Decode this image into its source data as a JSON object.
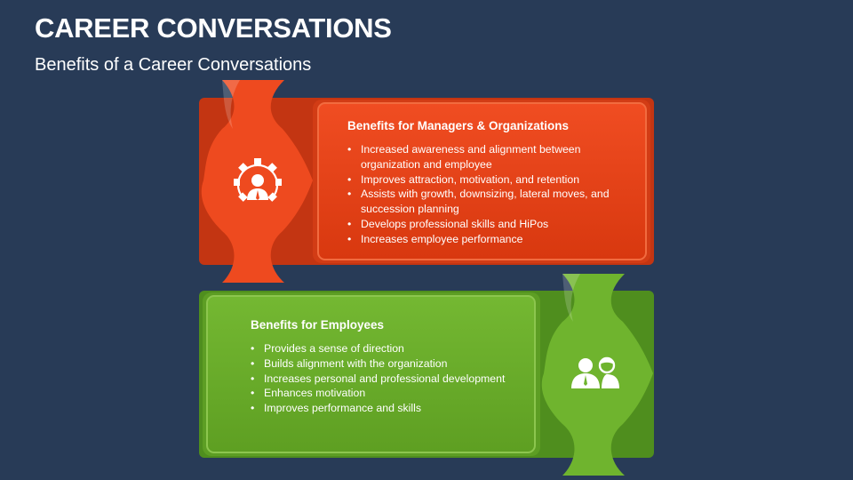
{
  "page": {
    "title": "CAREER CONVERSATIONS",
    "subtitle": "Benefits of a Career Conversations"
  },
  "colors": {
    "background": "#283b57",
    "red_primary": "#e8401c",
    "red_dark": "#b3300f",
    "green_primary": "#6aad2a",
    "green_dark": "#4a8a1c"
  },
  "managers_panel": {
    "heading": "Benefits for Managers & Organizations",
    "icon": "gear-person-icon",
    "bullets": [
      "Increased awareness and alignment between organization and employee",
      "Improves attraction, motivation, and retention",
      "Assists with growth, downsizing, lateral moves, and succession planning",
      "Develops professional skills and HiPos",
      "Increases employee performance"
    ]
  },
  "employees_panel": {
    "heading": "Benefits for Employees",
    "icon": "two-people-icon",
    "bullets": [
      "Provides a sense of direction",
      "Builds alignment with the organization",
      "Increases personal and professional development",
      "Enhances motivation",
      "Improves performance and skills"
    ]
  }
}
